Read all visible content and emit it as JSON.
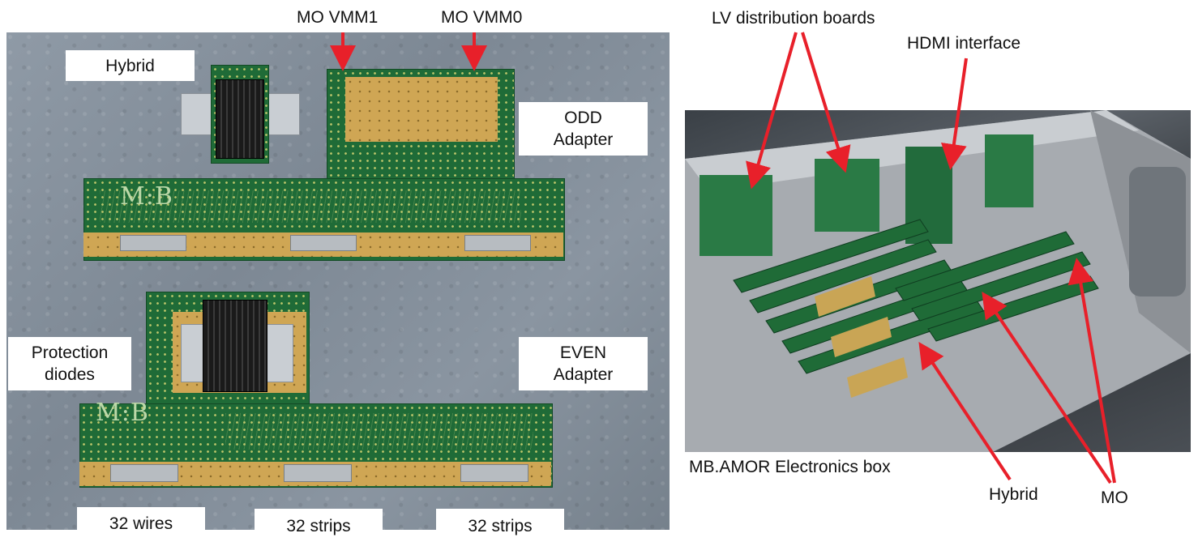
{
  "labels": {
    "mo_vmm1": "MO VMM1",
    "mo_vmm0": "MO VMM0",
    "hybrid_left": "Hybrid",
    "odd_adapter": "ODD\nAdapter",
    "even_adapter": "EVEN\nAdapter",
    "protection_diodes": "Protection\ndiodes",
    "wires_32": "32 wires",
    "strips_32_a": "32 strips",
    "strips_32_b": "32 strips",
    "lv_boards": "LV distribution boards",
    "hdmi": "HDMI interface",
    "box_caption": "MB.AMOR Electronics box",
    "hybrid_right": "Hybrid",
    "mo_right": "MO"
  },
  "pcb_marks": {
    "mb_logo": "M:B"
  },
  "colors": {
    "arrow": "#e8202a",
    "pcb_green": "#1f6b37",
    "gold": "#cfa654"
  }
}
